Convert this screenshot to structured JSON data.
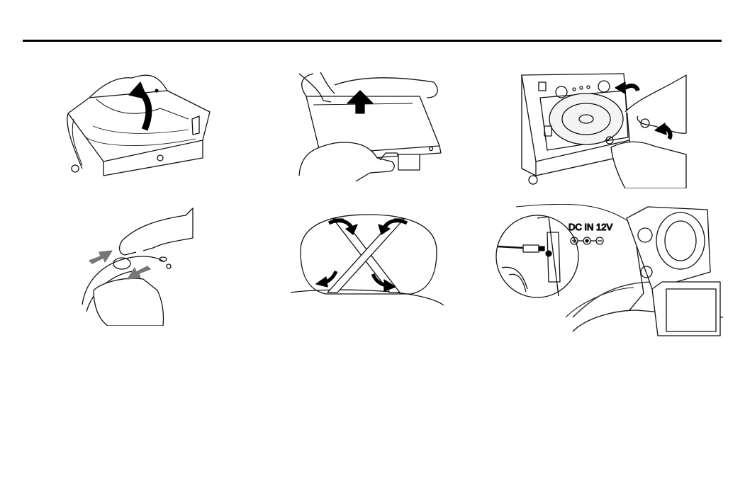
{
  "page": {
    "figures": [
      {
        "name": "fig-open-bag"
      },
      {
        "name": "fig-insert-player"
      },
      {
        "name": "fig-load-disc"
      },
      {
        "name": "fig-buckle-strap"
      },
      {
        "name": "fig-headrest-straps"
      },
      {
        "name": "fig-dc-connection"
      }
    ],
    "dc_jack": {
      "label": "DC IN 12V"
    }
  }
}
